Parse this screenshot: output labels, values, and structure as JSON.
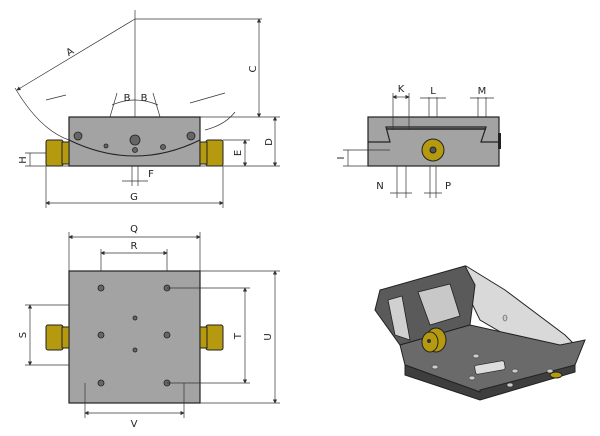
{
  "front_view": {
    "labels": {
      "A": "A",
      "B1": "B",
      "B2": "B",
      "C": "C",
      "D": "D",
      "E": "E",
      "F": "F",
      "G": "G",
      "H": "H"
    }
  },
  "side_view": {
    "labels": {
      "K": "K",
      "L": "L",
      "M": "M",
      "I": "I",
      "N": "N",
      "P": "P"
    }
  },
  "top_view": {
    "labels": {
      "Q": "Q",
      "R": "R",
      "S": "S",
      "T": "T",
      "U": "U",
      "V": "V"
    }
  },
  "colors": {
    "body": "#a3a3a3",
    "knob": "#b59a10",
    "dark": "#4a4a4a"
  }
}
